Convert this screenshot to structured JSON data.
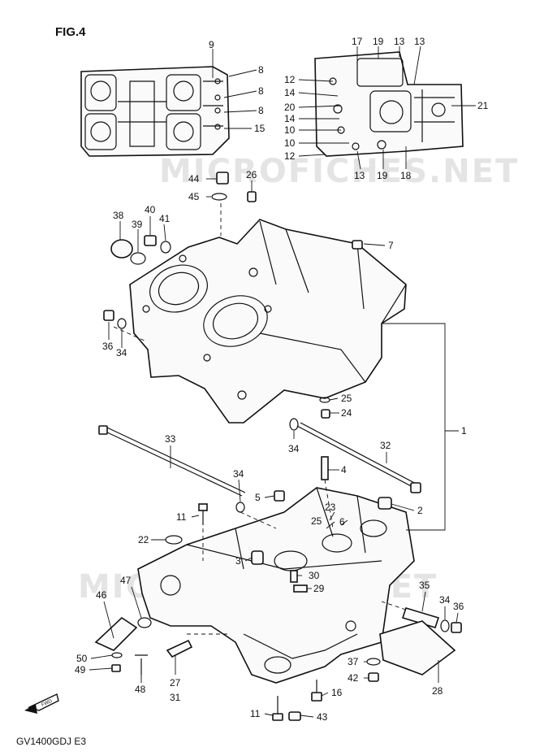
{
  "figure_label": "FIG.4",
  "footer_code": "GV1400GDJ E3",
  "fwd_label": "FWD",
  "watermarks": [
    "MICROFICHES.NET",
    "MICROFICHES.NET"
  ],
  "callouts": {
    "c9": "9",
    "c8a": "8",
    "c8b": "8",
    "c8c": "8",
    "c15": "15",
    "c17": "17",
    "c19a": "19",
    "c13a": "13",
    "c13b": "13",
    "c12a": "12",
    "c14a": "14",
    "c20": "20",
    "c21": "21",
    "c14b": "14",
    "c10a": "10",
    "c10b": "10",
    "c12b": "12",
    "c13c": "13",
    "c19b": "19",
    "c18": "18",
    "c44": "44",
    "c45": "45",
    "c26": "26",
    "c38": "38",
    "c39": "39",
    "c40": "40",
    "c41": "41",
    "c7": "7",
    "c36a": "36",
    "c34a": "34",
    "c25a": "25",
    "c24": "24",
    "c1": "1",
    "c33": "33",
    "c34b": "34",
    "c32": "32",
    "c4": "4",
    "c34c": "34",
    "c5": "5",
    "c2": "2",
    "c23": "23",
    "c25b": "25",
    "c6": "6",
    "c11a": "11",
    "c22": "22",
    "c3": "3",
    "c30": "30",
    "c29": "29",
    "c47": "47",
    "c46": "46",
    "c35": "35",
    "c34d": "34",
    "c36b": "36",
    "c50": "50",
    "c49": "49",
    "c48": "48",
    "c27": "27",
    "c31": "31",
    "c37": "37",
    "c42": "42",
    "c28": "28",
    "c16": "16",
    "c11b": "11",
    "c43": "43"
  }
}
